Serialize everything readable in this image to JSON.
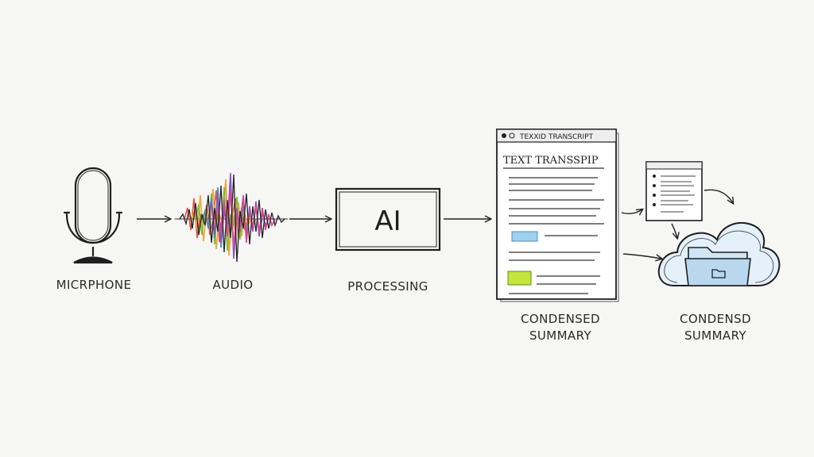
{
  "nodes": {
    "microphone": {
      "label": "MICRPHONE"
    },
    "audio": {
      "label": "AUDIO"
    },
    "ai": {
      "box_text": "AI",
      "label": "PROCESSING"
    },
    "transcript": {
      "title_bar": "TEXXID TRANSCRIPT",
      "heading": "TEXT TRANSSPIP",
      "label_line1": "CONDENSED",
      "label_line2": "SUMMARY"
    },
    "cloud": {
      "label_line1": "CONDENSD",
      "label_line2": "SUMMARY"
    }
  },
  "colors": {
    "ink": "#222222",
    "highlight_blue": "#7fc1e8",
    "highlight_green": "#b6e02a",
    "cloud_tint": "#e4f0fa",
    "folder_tint": "#cfe5f6"
  },
  "icons": [
    "microphone-icon",
    "waveform-icon",
    "document-icon",
    "small-document-icon",
    "cloud-icon",
    "folder-icon"
  ]
}
